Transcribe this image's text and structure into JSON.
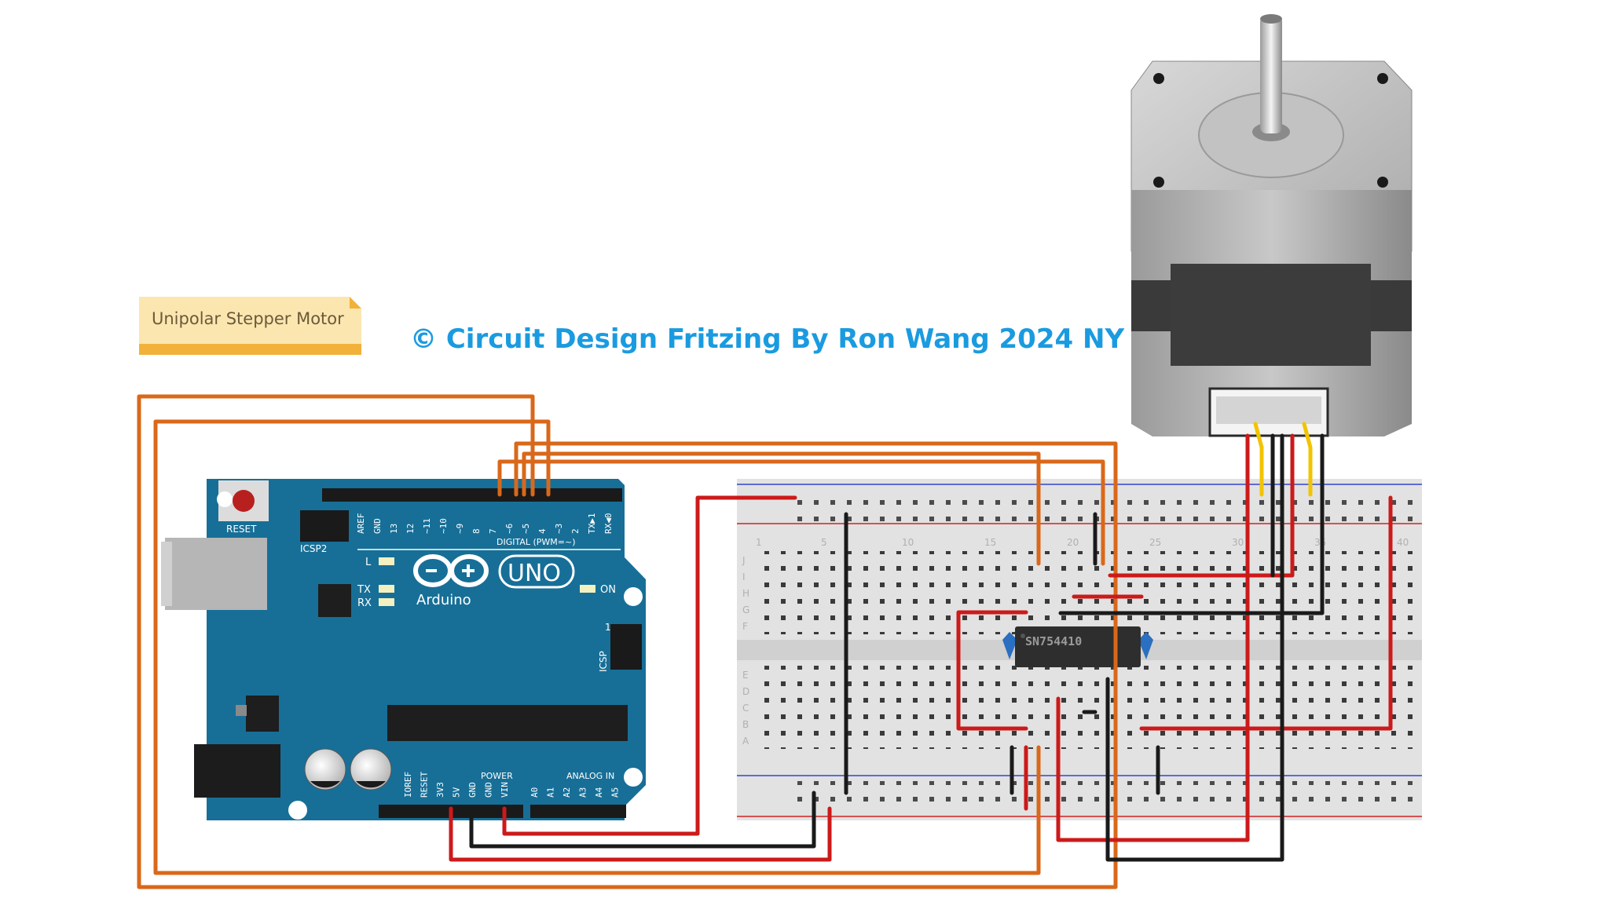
{
  "note": {
    "label": "Unipolar Stepper Motor"
  },
  "copyright": {
    "text": "© Circuit Design Fritzing  By Ron Wang 2024 NY"
  },
  "arduino": {
    "reset_label": "RESET",
    "icsp2_label": "ICSP2",
    "icsp_label": "ICSP",
    "digital_header_label": "DIGITAL (PWM=~)",
    "power_label": "POWER",
    "analog_label": "ANALOG IN",
    "brand": "Arduino",
    "model": "UNO",
    "led_l": "L",
    "led_tx": "TX",
    "led_rx": "RX",
    "led_on": "ON",
    "icsp_pin1": "1",
    "digital_pins": [
      "AREF",
      "GND",
      "13",
      "12",
      "~11",
      "~10",
      "~9",
      "8",
      "7",
      "~6",
      "~5",
      "4",
      "~3",
      "2",
      "TX▶1",
      "RX◀0"
    ],
    "power_pins": [
      "IOREF",
      "RESET",
      "3V3",
      "5V",
      "GND",
      "GND",
      "VIN"
    ],
    "analog_pins": [
      "A0",
      "A1",
      "A2",
      "A3",
      "A4",
      "A5"
    ]
  },
  "driver_chip": {
    "label": "SN754410"
  },
  "breadboard": {
    "column_numbers": [
      "1",
      "5",
      "10",
      "15",
      "20",
      "25",
      "30",
      "35",
      "40"
    ],
    "row_letters_top": [
      "J",
      "I",
      "H",
      "G",
      "F"
    ],
    "row_letters_bottom": [
      "E",
      "D",
      "C",
      "B",
      "A"
    ]
  },
  "colors": {
    "wire_orange": "#d9681a",
    "wire_red": "#cc1a1a",
    "wire_black": "#1a1a1a",
    "wire_yellow": "#f2c400",
    "arduino_blue": "#176f97",
    "copyright_blue": "#1a9be0",
    "note_yellow": "#fbe6b0"
  }
}
